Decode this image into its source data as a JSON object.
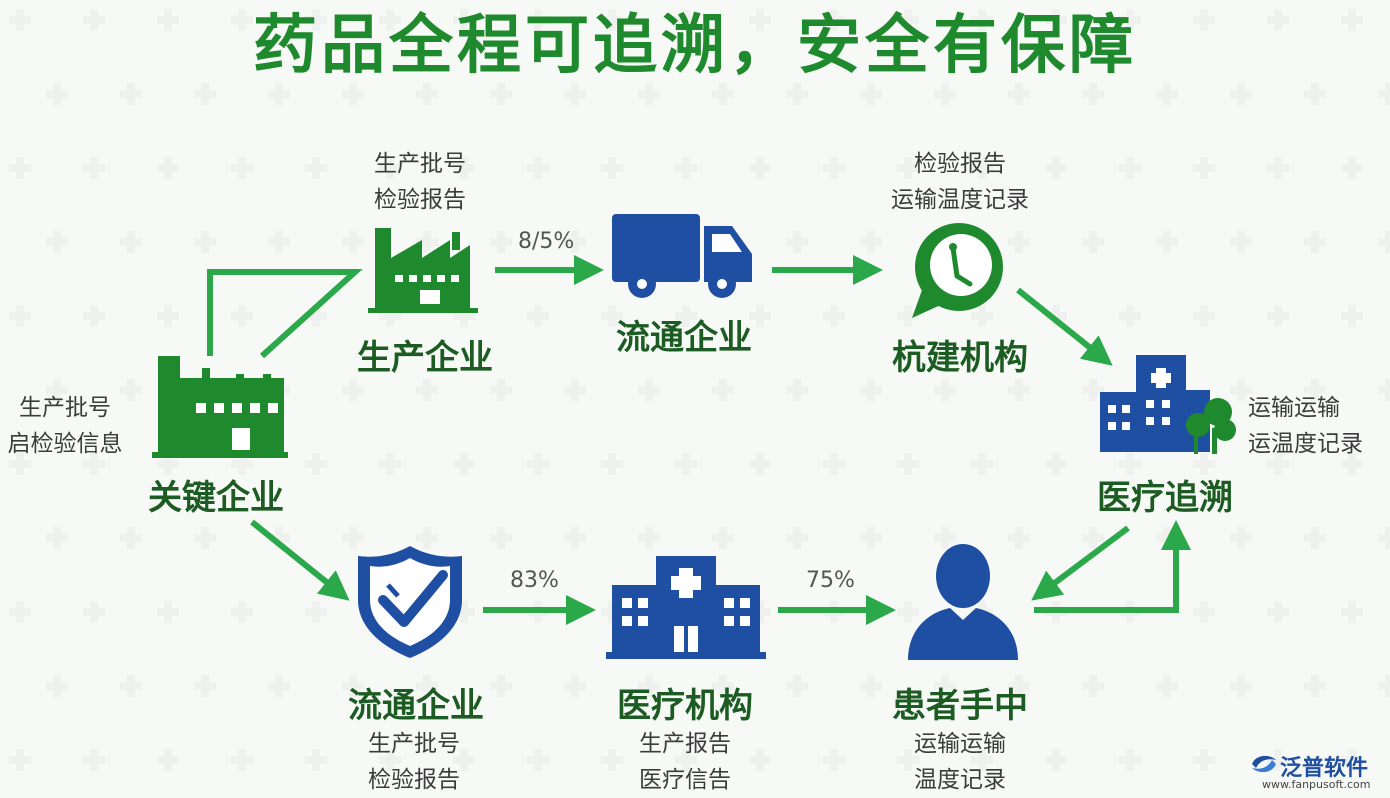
{
  "title": "药品全程可追溯，安全有保障",
  "colors": {
    "green": "#1f8a2d",
    "dark_green": "#1c5c22",
    "blue": "#1e4fa3",
    "arrow": "#2aa84a"
  },
  "nodes": {
    "key_enterprise": {
      "label": "关键企业",
      "icon": "factory-icon",
      "notes": [
        "生产批号",
        "启检验信息"
      ]
    },
    "producer": {
      "label": "生产企业",
      "icon": "factory-icon",
      "notes": [
        "生产批号",
        "检验报告"
      ]
    },
    "distributor_top": {
      "label": "流通企业",
      "icon": "truck-icon",
      "notes": []
    },
    "inspection": {
      "label": "杭建机构",
      "icon": "clock-chat-icon",
      "notes": [
        "检验报告",
        "运输温度记录"
      ]
    },
    "medical_trace": {
      "label": "医疗追溯",
      "icon": "hospital-building-icon",
      "notes": [
        "运输运输",
        "运温度记录"
      ]
    },
    "distributor_bottom": {
      "label": "流通企业",
      "icon": "shield-check-icon",
      "notes": [
        "生产批号",
        "检验报告"
      ]
    },
    "medical_org": {
      "label": "医疗机构",
      "icon": "hospital-icon",
      "notes": [
        "生产报告",
        "医疗信告"
      ]
    },
    "patient": {
      "label": "患者手中",
      "icon": "person-icon",
      "notes": [
        "运输运输",
        "温度记录"
      ]
    }
  },
  "percentages": {
    "producer_to_distributor": "8/5%",
    "distributor_to_medical": "83%",
    "medical_to_patient": "75%"
  },
  "brand": {
    "name": "泛普软件",
    "url": "www.fanpusoft.com"
  }
}
